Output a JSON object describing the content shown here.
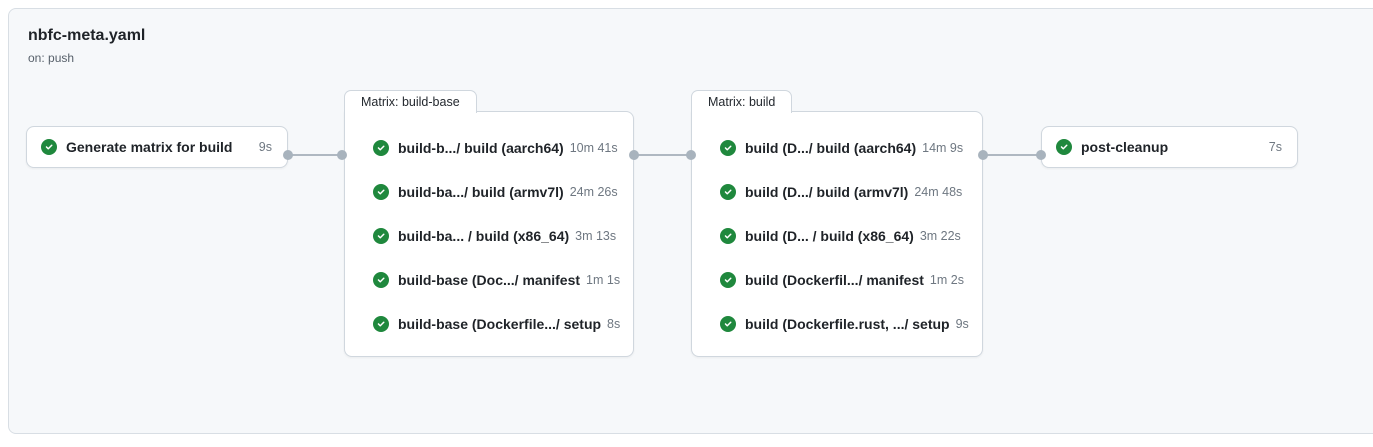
{
  "workflow": {
    "title": "nbfc-meta.yaml",
    "trigger": "on: push"
  },
  "colors": {
    "success_green": "#1f883d",
    "canvas_background": "#f6f8fa",
    "node_background": "#ffffff",
    "node_border": "#d0d7de",
    "duration_text": "#6e7781",
    "connector_gray": "#afb8c1"
  },
  "nodes": {
    "generate_matrix": {
      "status_icon": "check-circle-success",
      "label": "Generate matrix for build",
      "duration": "9s"
    },
    "post_cleanup": {
      "status_icon": "check-circle-success",
      "label": "post-cleanup",
      "duration": "7s"
    }
  },
  "groups": [
    {
      "tab": "Matrix: build-base",
      "jobs": [
        {
          "status_icon": "check-circle-success",
          "label": "build-b.../ build (aarch64)",
          "duration": "10m 41s"
        },
        {
          "status_icon": "check-circle-success",
          "label": "build-ba.../ build (armv7l)",
          "duration": "24m 26s"
        },
        {
          "status_icon": "check-circle-success",
          "label": "build-ba... / build (x86_64)",
          "duration": "3m 13s"
        },
        {
          "status_icon": "check-circle-success",
          "label": "build-base (Doc.../ manifest",
          "duration": "1m 1s"
        },
        {
          "status_icon": "check-circle-success",
          "label": "build-base (Dockerfile.../ setup",
          "duration": "8s"
        }
      ]
    },
    {
      "tab": "Matrix: build",
      "jobs": [
        {
          "status_icon": "check-circle-success",
          "label": "build (D.../ build (aarch64)",
          "duration": "14m 9s"
        },
        {
          "status_icon": "check-circle-success",
          "label": "build (D.../ build (armv7l)",
          "duration": "24m 48s"
        },
        {
          "status_icon": "check-circle-success",
          "label": "build (D... / build (x86_64)",
          "duration": "3m 22s"
        },
        {
          "status_icon": "check-circle-success",
          "label": "build (Dockerfil.../ manifest",
          "duration": "1m 2s"
        },
        {
          "status_icon": "check-circle-success",
          "label": "build (Dockerfile.rust, .../ setup",
          "duration": "9s"
        }
      ]
    }
  ],
  "edges": [
    {
      "from": "generate_matrix",
      "to": "Matrix: build-base"
    },
    {
      "from": "Matrix: build-base",
      "to": "Matrix: build"
    },
    {
      "from": "Matrix: build",
      "to": "post_cleanup"
    }
  ]
}
